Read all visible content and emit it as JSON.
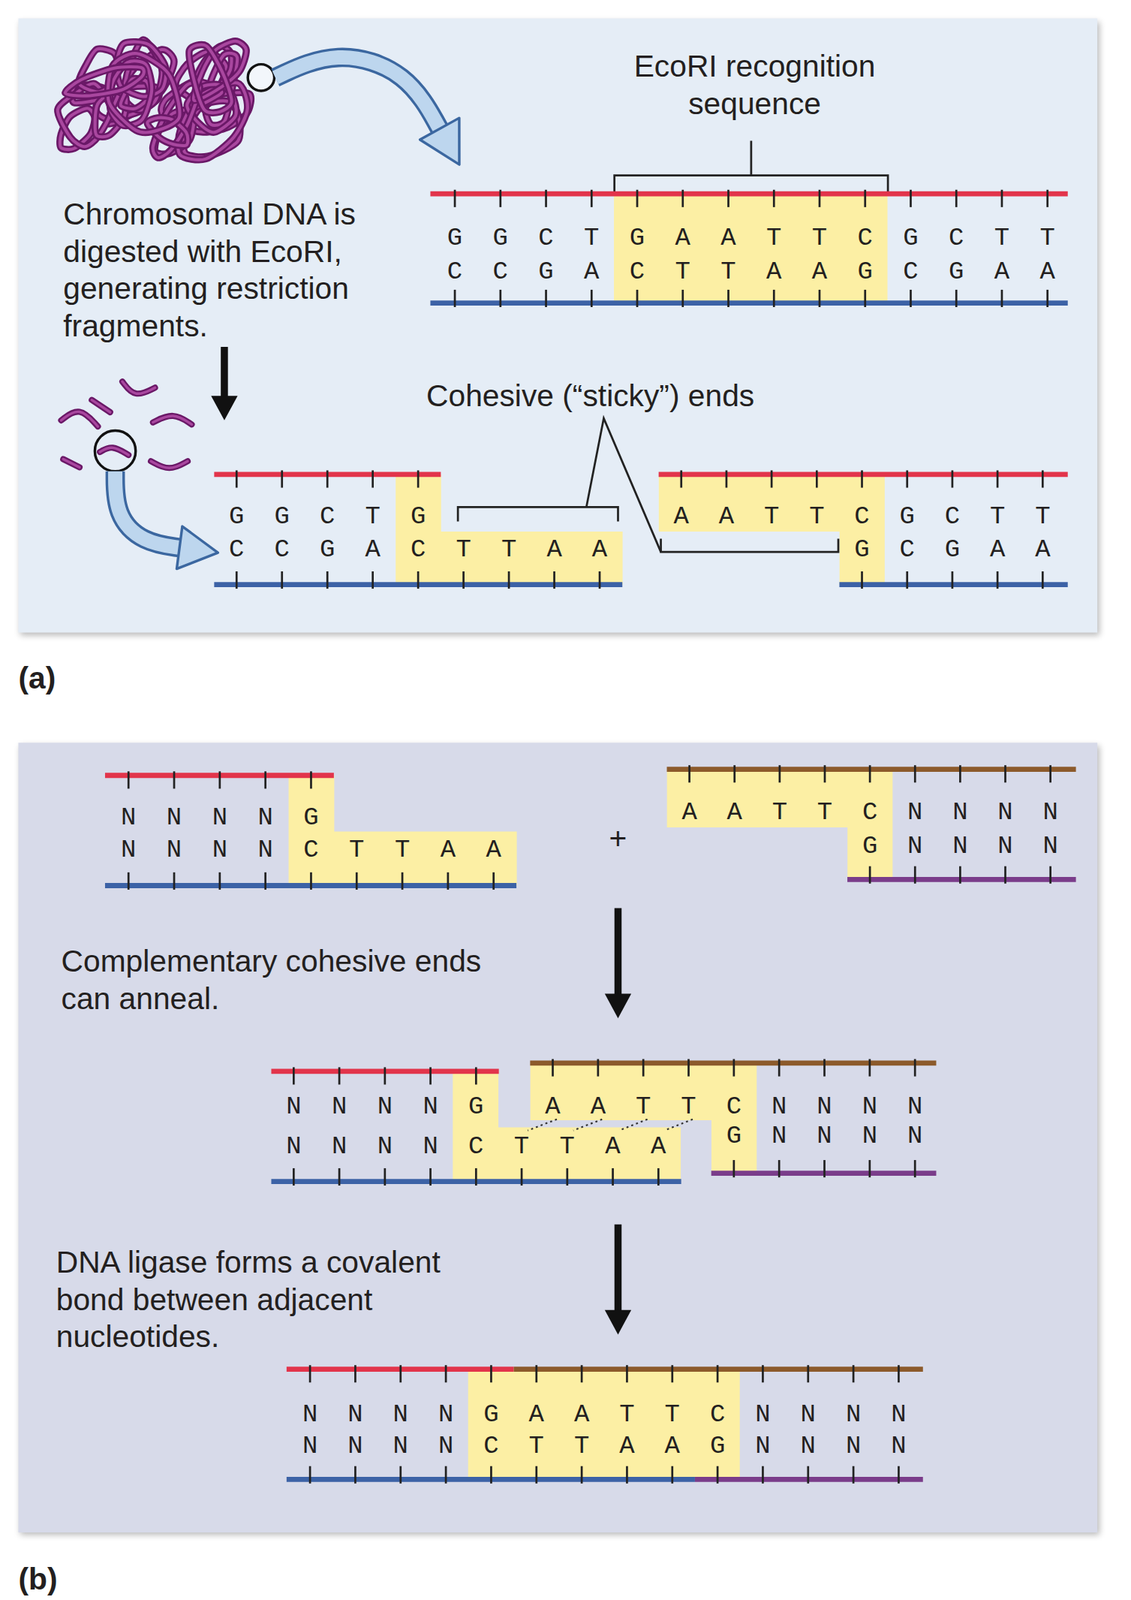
{
  "diagram": {
    "nodes": [
      {
        "text": [
          "EcoRI recognition sequence",
          "Chromosomal DNA is digested with EcoRI, generating restriction fragments.",
          "G G C T",
          "C C G A",
          "G C T T",
          "C G A A",
          "Cohesive (“sticky”) ends",
          "G G C T",
          "C C G A",
          "G C T T",
          "C G A A",
          "(a)"
        ]
      },
      {
        "text": [
          "G A A T T C",
          "C T T A A G"
        ],
        "in": 0
      },
      {
        "text": [
          "G",
          "C T T A A"
        ],
        "in": 0
      },
      {
        "text": [
          "A A T T C",
          "G"
        ],
        "in": 0
      },
      {
        "text": [
          "N N N N",
          "N N N N",
          "+",
          "N N N N",
          "N N N N",
          "Complementary cohesive ends can anneal.",
          "N N N N",
          "N N N N",
          "N N N N",
          "N N N N",
          "DNA ligase forms a covalent bond between adjacent nucleotides.",
          "N N N N",
          "N N N N",
          "N N N N",
          "N N N N",
          "(b)"
        ]
      },
      {
        "text": [
          "G",
          "C T T A A"
        ],
        "in": 4
      },
      {
        "text": [
          "A A T T C",
          "G"
        ],
        "in": 4
      },
      {
        "text": [
          "G",
          "C T T A A"
        ],
        "in": 4
      },
      {
        "text": [
          "A A T T C",
          "G"
        ],
        "in": 4
      },
      {
        "text": [
          "G A A T T C",
          "C T T A A G"
        ],
        "in": 4
      }
    ]
  }
}
